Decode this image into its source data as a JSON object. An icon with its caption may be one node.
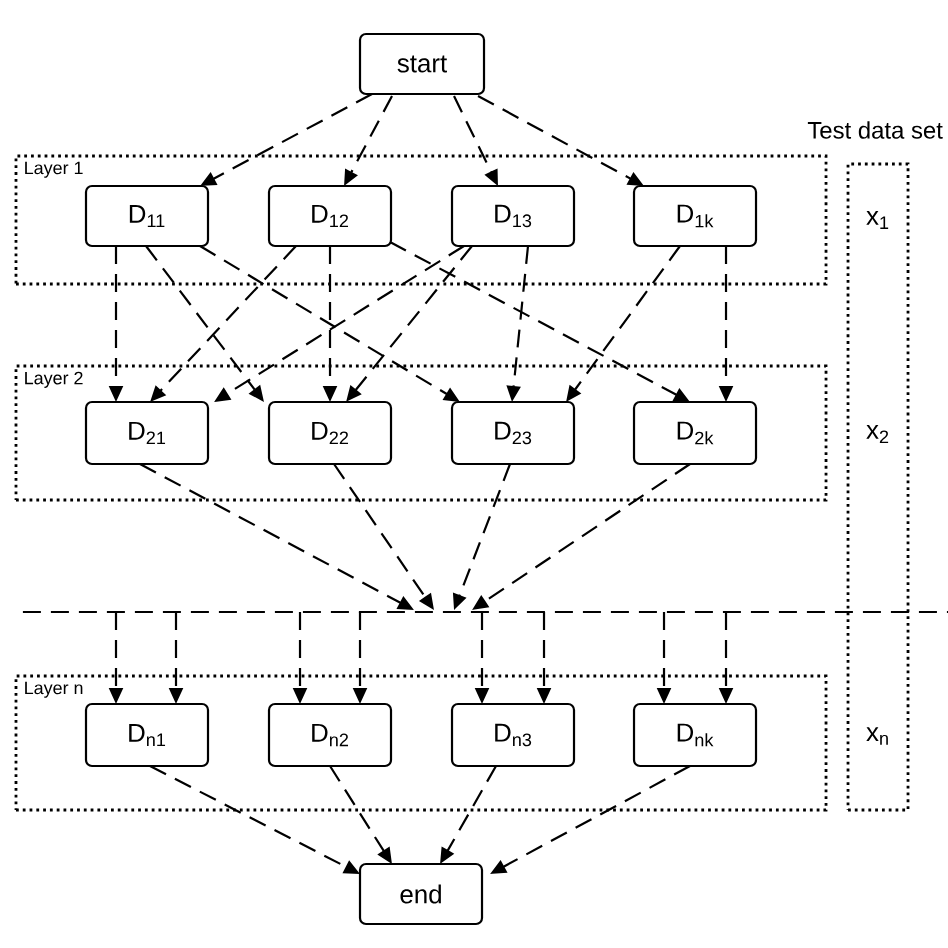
{
  "diagram": {
    "nodes": [
      {
        "text": [
          "start"
        ]
      },
      {
        "text": [
          "Layer 1"
        ]
      },
      {
        "text": [
          "D$_{11}$"
        ],
        "in": 1
      },
      {
        "text": [
          "D$_{12}$"
        ],
        "in": 1
      },
      {
        "text": [
          "D$_{13}$"
        ],
        "in": 1
      },
      {
        "text": [
          "D$_{1k}$"
        ],
        "in": 1
      },
      {
        "text": [
          "Layer 2"
        ]
      },
      {
        "text": [
          "D$_{21}$"
        ],
        "in": 6
      },
      {
        "text": [
          "D$_{22}$"
        ],
        "in": 6
      },
      {
        "text": [
          "D$_{23}$"
        ],
        "in": 6
      },
      {
        "text": [
          "D$_{2k}$"
        ],
        "in": 6
      },
      {
        "text": [],
        "shape": "bar"
      },
      {
        "text": [
          "Layer n"
        ]
      },
      {
        "text": [
          "D$_{n1}$"
        ],
        "in": 12
      },
      {
        "text": [
          "D$_{n2}$"
        ],
        "in": 12
      },
      {
        "text": [
          "D$_{n3}$"
        ],
        "in": 12
      },
      {
        "text": [
          "D$_{nk}$"
        ],
        "in": 12
      },
      {
        "text": [
          "end"
        ]
      },
      {
        "text": [
          "Test data set",
          "x$_{1}$",
          "x$_{2}$",
          "x$_{n}$"
        ]
      }
    ],
    "edges": [
      {
        "from": 0,
        "to": 2,
        "arrow": "to"
      },
      {
        "from": 0,
        "to": 3,
        "arrow": "to"
      },
      {
        "from": 0,
        "to": 4,
        "arrow": "to"
      },
      {
        "from": 0,
        "to": 5,
        "arrow": "to"
      },
      {
        "from": 2,
        "to": 7,
        "arrow": "to"
      },
      {
        "from": 2,
        "to": 8,
        "arrow": "to"
      },
      {
        "from": 2,
        "to": 9,
        "arrow": "to"
      },
      {
        "from": 3,
        "to": 7,
        "arrow": "to"
      },
      {
        "from": 3,
        "to": 8,
        "arrow": "to"
      },
      {
        "from": 3,
        "to": 10,
        "arrow": "to"
      },
      {
        "from": 4,
        "to": 7,
        "arrow": "to"
      },
      {
        "from": 4,
        "to": 8,
        "arrow": "to"
      },
      {
        "from": 4,
        "to": 9,
        "arrow": "to"
      },
      {
        "from": 5,
        "to": 9,
        "arrow": "to"
      },
      {
        "from": 5,
        "to": 10,
        "arrow": "to"
      },
      {
        "from": 7,
        "to": 11,
        "arrow": "to"
      },
      {
        "from": 8,
        "to": 11,
        "arrow": "to"
      },
      {
        "from": 9,
        "to": 11,
        "arrow": "to"
      },
      {
        "from": 10,
        "to": 11,
        "arrow": "to"
      },
      {
        "from": 11,
        "to": 13,
        "arrow": "to"
      },
      {
        "from": 11,
        "to": 13,
        "arrow": "to"
      },
      {
        "from": 11,
        "to": 14,
        "arrow": "to"
      },
      {
        "from": 11,
        "to": 14,
        "arrow": "to"
      },
      {
        "from": 11,
        "to": 15,
        "arrow": "to"
      },
      {
        "from": 11,
        "to": 15,
        "arrow": "to"
      },
      {
        "from": 11,
        "to": 16,
        "arrow": "to"
      },
      {
        "from": 11,
        "to": 16,
        "arrow": "to"
      },
      {
        "from": 13,
        "to": 17,
        "arrow": "to"
      },
      {
        "from": 14,
        "to": 17,
        "arrow": "to"
      },
      {
        "from": 15,
        "to": 17,
        "arrow": "to"
      },
      {
        "from": 16,
        "to": 17,
        "arrow": "to"
      }
    ]
  }
}
